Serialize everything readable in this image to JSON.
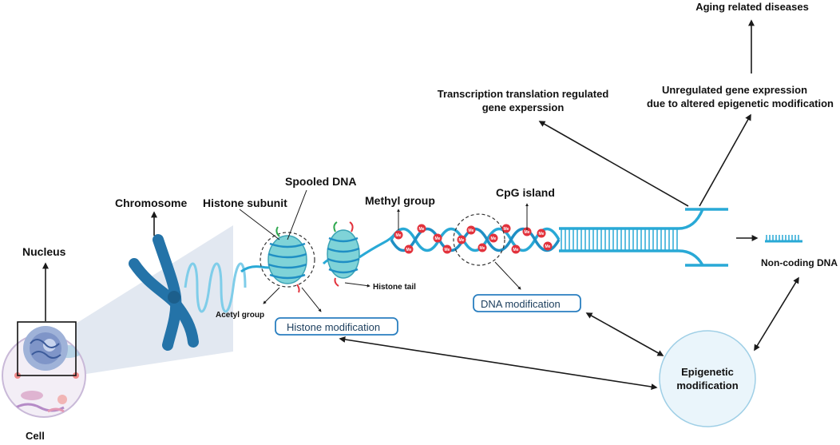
{
  "labels": {
    "aging_diseases": "Aging related diseases",
    "unregulated_line1": "Unregulated gene expression",
    "unregulated_line2": "due to altered epigenetic modification",
    "transcription_line1": "Transcription translation regulated",
    "transcription_line2": "gene experssion",
    "spooled_dna": "Spooled DNA",
    "chromosome": "Chromosome",
    "histone_subunit": "Histone subunit",
    "methyl_group": "Methyl group",
    "cpg_island": "CpG island",
    "nucleus": "Nucleus",
    "histone_tail": "Histone tail",
    "acetyl_group": "Acetyl group",
    "histone_modification": "Histone modification",
    "dna_modification": "DNA modification",
    "non_coding_dna": "Non-coding DNA",
    "epigenetic_line1": "Epigenetic",
    "epigenetic_line2": "modification",
    "cell": "Cell",
    "methyl_marker": "Me"
  },
  "colors": {
    "dna_blue": "#29a9d6",
    "chromosome_blue": "#2473a8",
    "histone_teal": "#7fd3d8",
    "methyl_red": "#e2323c",
    "box_border": "#2a7fc0",
    "circle_fill": "#eaf5fb",
    "cone_fill": "#dfe6ef",
    "arrow": "#1a1a1a"
  }
}
